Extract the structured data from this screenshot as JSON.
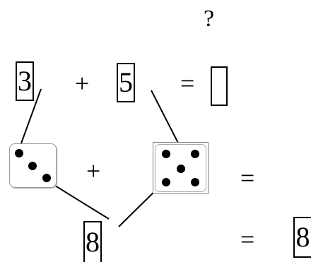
{
  "header": {
    "question_mark": "?"
  },
  "row1": {
    "left_number": "3",
    "plus": "+",
    "right_number": "5",
    "equals": "=",
    "answer": ""
  },
  "row2": {
    "left_die_value": 3,
    "plus": "+",
    "right_die_value": 5,
    "equals": "="
  },
  "row3": {
    "sum_box": "8",
    "equals": "=",
    "result_box": "8"
  },
  "icons": [
    "die-three-icon",
    "die-five-icon"
  ]
}
